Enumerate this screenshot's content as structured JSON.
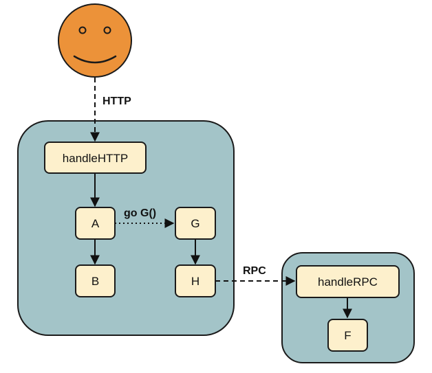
{
  "colors": {
    "container_fill": "#a3c4c8",
    "container_stroke": "#1a1a1a",
    "node_fill": "#fdf0cc",
    "node_stroke": "#1a1a1a",
    "face_fill": "#ec9239",
    "face_stroke": "#1a1a1a",
    "edge": "#111111"
  },
  "diagram": {
    "user": {
      "icon": "smiley-face-icon"
    },
    "nodes": {
      "handleHTTP": "handleHTTP",
      "A": "A",
      "B": "B",
      "G": "G",
      "H": "H",
      "handleRPC": "handleRPC",
      "F": "F"
    },
    "edge_labels": {
      "http": "HTTP",
      "go": "go G()",
      "rpc": "RPC"
    }
  }
}
